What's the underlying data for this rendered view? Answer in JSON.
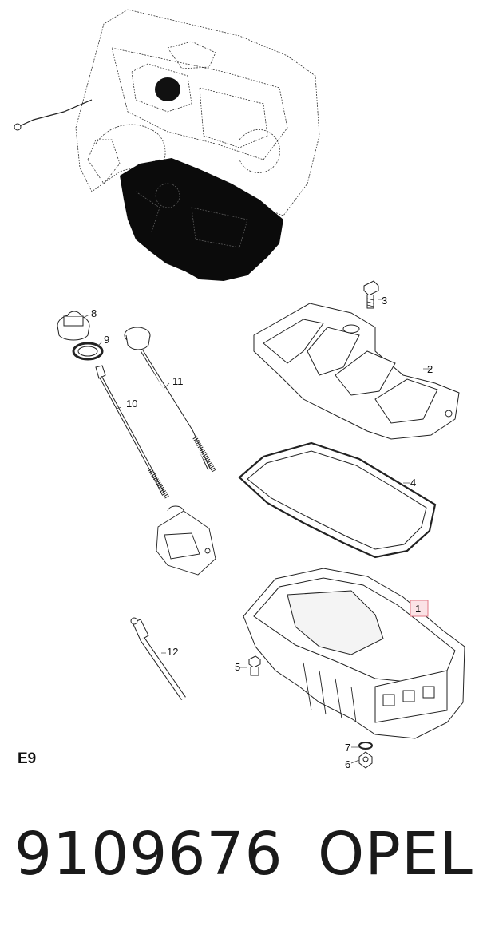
{
  "diagram": {
    "section_code": "E9",
    "callouts": [
      {
        "id": "1",
        "label": "1",
        "highlighted": true
      },
      {
        "id": "2",
        "label": "2"
      },
      {
        "id": "3",
        "label": "3"
      },
      {
        "id": "4",
        "label": "4"
      },
      {
        "id": "5",
        "label": "5"
      },
      {
        "id": "6",
        "label": "6"
      },
      {
        "id": "7",
        "label": "7"
      },
      {
        "id": "8",
        "label": "8"
      },
      {
        "id": "9",
        "label": "9"
      },
      {
        "id": "10",
        "label": "10"
      },
      {
        "id": "11",
        "label": "11"
      },
      {
        "id": "12",
        "label": "12"
      }
    ],
    "highlight_color": "#e07a86"
  },
  "footer": {
    "part_number": "9109676",
    "brand": "OPEL"
  }
}
